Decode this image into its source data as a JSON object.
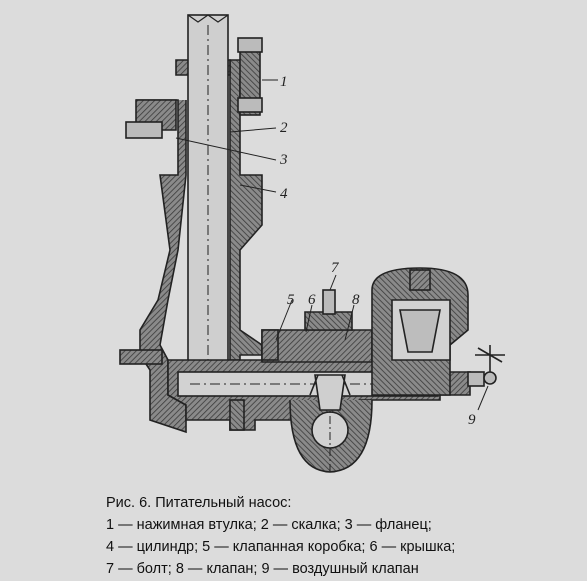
{
  "figure": {
    "callouts": [
      "1",
      "2",
      "3",
      "4",
      "5",
      "6",
      "7",
      "8",
      "9"
    ]
  },
  "caption": {
    "title": "Рис. 6. Питательный насос:",
    "lines": [
      "1 — нажимная втулка; 2 — скалка; 3 — фланец;",
      "4 — цилиндр; 5 — клапанная коробка; 6 — крышка;",
      "7 — болт; 8 — клапан; 9 — воздушный клапан"
    ]
  },
  "colors": {
    "background": "#dcdcdc",
    "hatch": "#555555",
    "line": "#222222",
    "text": "#111111"
  }
}
